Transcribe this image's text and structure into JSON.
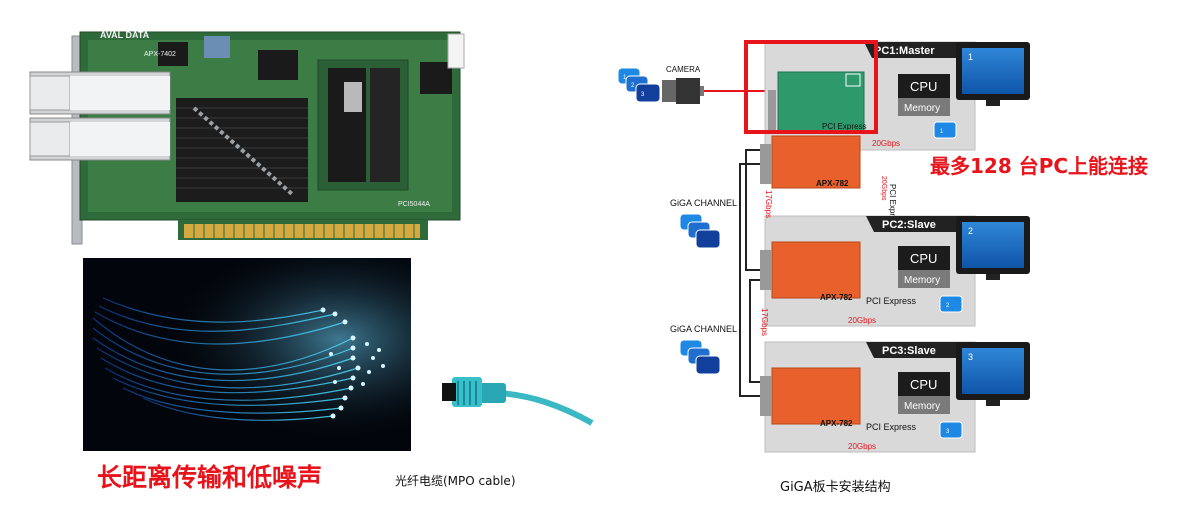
{
  "pcb": {
    "brand": "AVAL DATA",
    "model": "APX-7402",
    "part_no": "PCI5044A"
  },
  "captions": {
    "long_distance": "长距离传输和低噪声",
    "mpo_cable": "光纤电缆(MPO cable)",
    "structure": "GiGA板卡安装结构",
    "max_pcs": "最多128 台PC上能连接"
  },
  "diagram": {
    "camera": "CAMERA",
    "giga_channel": "GiGA CHANNEL",
    "cpu": "CPU",
    "memory": "Memory",
    "pci_express": "PCI Express",
    "card_model": "APX-782",
    "speed_20": "20Gbps",
    "speed_17": "17Gbps",
    "pcs": [
      {
        "title": "PC1:Master",
        "monitor": "1",
        "small": "1"
      },
      {
        "title": "PC2:Slave",
        "monitor": "2",
        "small": "2"
      },
      {
        "title": "PC3:Slave",
        "monitor": "3",
        "small": "3"
      }
    ],
    "cam_badges": [
      "1",
      "2",
      "3"
    ]
  },
  "colors": {
    "accent_red": "#e8141b",
    "card_orange": "#e8612c",
    "card_green": "#2e9a6b",
    "pc_gray": "#d9d9d9",
    "monitor_blue": "#1565c0"
  }
}
